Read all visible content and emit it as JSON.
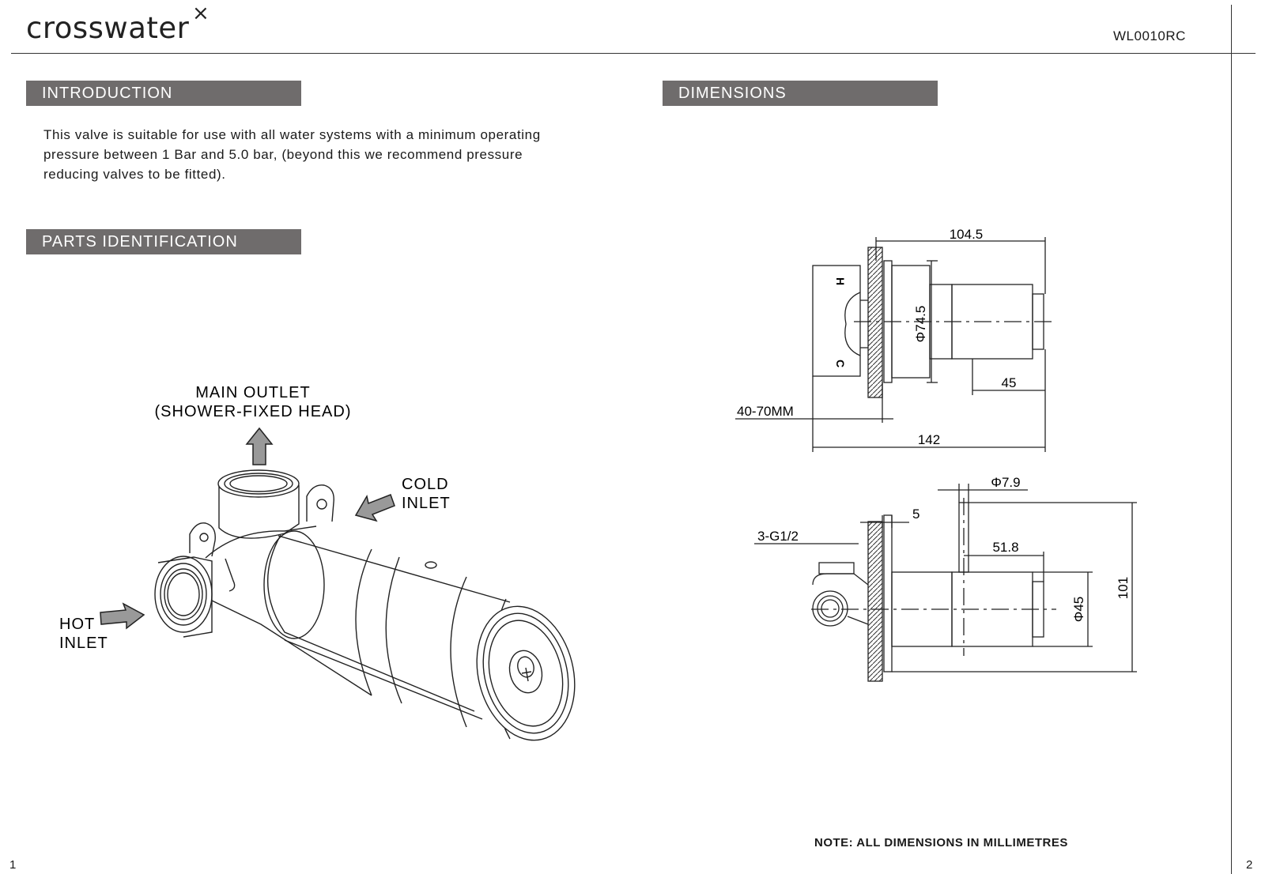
{
  "header": {
    "brand": "crosswater",
    "product_code": "WL0010RC"
  },
  "introduction": {
    "heading": "INTRODUCTION",
    "lines": [
      "This valve is suitable for use with all water systems with a minimum  operating",
      "pressure between 1 Bar and  5.0 bar, (beyond this we recommend pressure",
      "reducing valves to be fitted)."
    ]
  },
  "parts": {
    "heading": "PARTS IDENTIFICATION",
    "main_outlet": [
      "MAIN OUTLET",
      "(SHOWER-FIXED HEAD)"
    ],
    "cold_inlet": [
      "COLD",
      "INLET"
    ],
    "hot_inlet": [
      "HOT",
      "INLET"
    ]
  },
  "dimensions": {
    "heading": "DIMENSIONS",
    "side_view": {
      "d_104_5": "104.5",
      "d_phi_74_5": "Φ74.5",
      "d_45": "45",
      "d_40_70": "40-70MM",
      "d_142": "142",
      "h_label": "H",
      "c_label": "C"
    },
    "top_view": {
      "d_phi_7_9": "Φ7.9",
      "d_5": "5",
      "d_thread": "3-G1/2",
      "d_51_8": "51.8",
      "d_phi_45": "Φ45",
      "d_101": "101"
    },
    "note": "NOTE: ALL DIMENSIONS IN MILLIMETRES"
  },
  "pages": {
    "left": "1",
    "right": "2"
  }
}
